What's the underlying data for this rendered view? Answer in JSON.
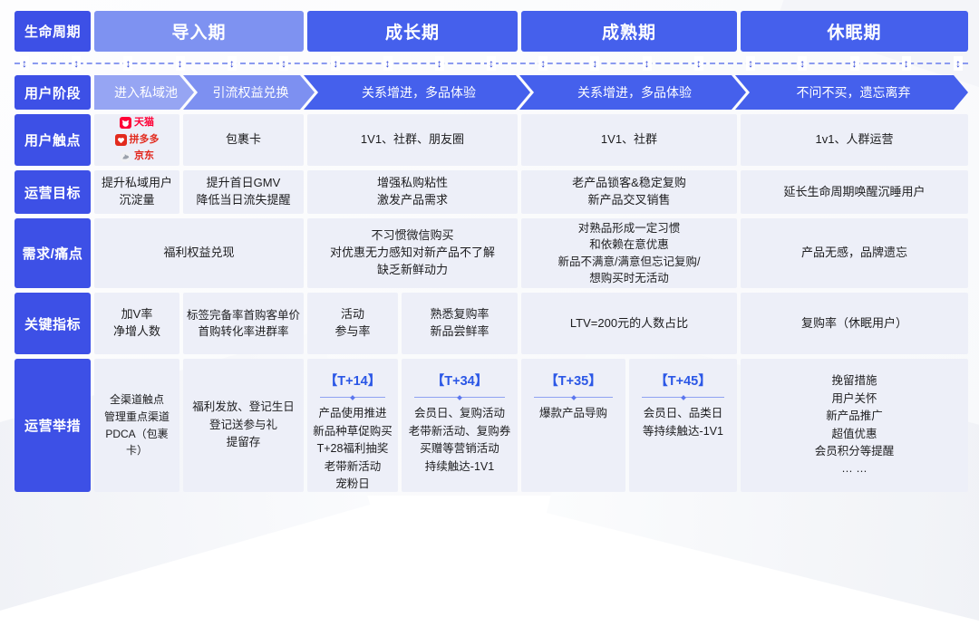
{
  "colors": {
    "label_blue": "#3D50E6",
    "period_light_blue": "#7E92F1",
    "period_dark_blue": "#4560EC",
    "stage_chevron_light1": "#96A5F3",
    "stage_chevron_light2": "#7D90F1",
    "stage_chevron_dark": "#4560EC",
    "cell_background": "#EDEFF8",
    "card_title_blue": "#2B57E6",
    "timeline_arrow_blue": "#2F44D9",
    "tmall_red": "#FF0036",
    "pinduoduo_red": "#E22B1E",
    "jd_red": "#E1251B"
  },
  "row_labels": {
    "lifecycle": "生命周期",
    "stage": "用户阶段",
    "touchpoint": "用户触点",
    "goal": "运营目标",
    "pain": "需求/痛点",
    "kpi": "关键指标",
    "action": "运营举措"
  },
  "periods": [
    {
      "label": "导入期"
    },
    {
      "label": "成长期"
    },
    {
      "label": "成熟期"
    },
    {
      "label": "休眠期"
    }
  ],
  "stages": [
    {
      "label": "进入私域池"
    },
    {
      "label": "引流权益兑换"
    },
    {
      "label": "关系增进，多品体验"
    },
    {
      "label": "关系增进，多品体验"
    },
    {
      "label": "不问不买，遗忘离弃"
    }
  ],
  "timeline": {
    "arrow_glyph": "↕",
    "arrow_count": 19
  },
  "touchpoints": {
    "platforms": [
      {
        "name": "天猫"
      },
      {
        "name": "拼多多"
      },
      {
        "name": "京东"
      }
    ],
    "package_card": "包裹卡",
    "growth": "1V1、社群、朋友圈",
    "maturity": "1V1、社群",
    "dormant": "1v1、人群运营"
  },
  "goals": {
    "intro_1": "提升私域用户\n沉淀量",
    "intro_2": "提升首日GMV\n降低当日流失提醒",
    "growth": "增强私购粘性\n激发产品需求",
    "maturity": "老产品锁客&稳定复购\n新产品交叉销售",
    "dormant": "延长生命周期唤醒沉睡用户"
  },
  "pains": {
    "intro": "福利权益兑现",
    "growth": "不习惯微信购买\n对优惠无力感知对新产品不了解\n缺乏新鲜动力",
    "maturity": "对熟品形成一定习惯\n和依赖在意优惠\n新品不满意/满意但忘记复购/\n想购买时无活动",
    "dormant": "产品无感，品牌遗忘"
  },
  "kpis": {
    "intro_1": "加V率\n净增人数",
    "intro_2": "标签完备率首购客单价\n首购转化率进群率",
    "growth_1": "活动\n参与率",
    "growth_2": "熟悉复购率\n新品尝鲜率",
    "maturity": "LTV=200元的人数占比",
    "dormant": "复购率（休眠用户）"
  },
  "actions": {
    "intro_1": {
      "body": "全渠道触点\n管理重点渠道\nPDCA（包裹卡）"
    },
    "intro_2": {
      "body": "福利发放、登记生日\n登记送参与礼\n提留存"
    },
    "t14": {
      "title": "【T+14】",
      "body": "产品使用推进\n新品种草促购买\nT+28福利抽奖\n老带新活动\n宠粉日"
    },
    "t34": {
      "title": "【T+34】",
      "body": "会员日、复购活动\n老带新活动、复购券\n买赠等营销活动\n持续触达-1V1"
    },
    "t35": {
      "title": "【T+35】",
      "body": "爆款产品导购"
    },
    "t45": {
      "title": "【T+45】",
      "body": "会员日、品类日\n等持续触达-1V1"
    },
    "dormant": {
      "body": "挽留措施\n用户关怀\n新产品推广\n超值优惠\n会员积分等提醒\n… …"
    }
  }
}
